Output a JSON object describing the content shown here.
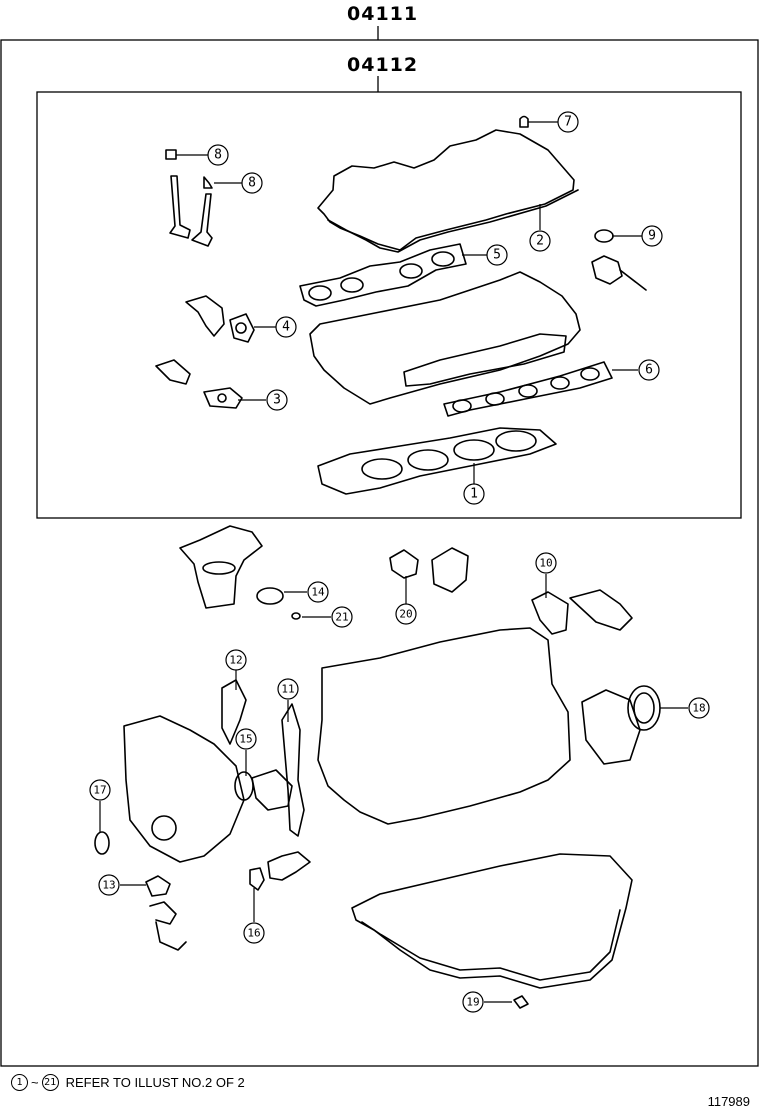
{
  "kits": {
    "outer_code": "04111",
    "inner_code": "04112"
  },
  "callouts": [
    {
      "id": "7",
      "label": "7"
    },
    {
      "id": "8a",
      "label": "8"
    },
    {
      "id": "8b",
      "label": "8"
    },
    {
      "id": "2",
      "label": "2"
    },
    {
      "id": "9",
      "label": "9"
    },
    {
      "id": "5",
      "label": "5"
    },
    {
      "id": "4",
      "label": "4"
    },
    {
      "id": "6",
      "label": "6"
    },
    {
      "id": "3",
      "label": "3"
    },
    {
      "id": "1",
      "label": "1"
    },
    {
      "id": "14",
      "label": "14"
    },
    {
      "id": "21",
      "label": "21"
    },
    {
      "id": "20",
      "label": "20"
    },
    {
      "id": "10",
      "label": "10"
    },
    {
      "id": "12",
      "label": "12"
    },
    {
      "id": "11",
      "label": "11"
    },
    {
      "id": "15",
      "label": "15"
    },
    {
      "id": "17",
      "label": "17"
    },
    {
      "id": "18",
      "label": "18"
    },
    {
      "id": "13",
      "label": "13"
    },
    {
      "id": "16",
      "label": "16"
    },
    {
      "id": "19",
      "label": "19"
    }
  ],
  "footnote": {
    "range_start": "1",
    "range_sep": "~",
    "range_end": "21",
    "text": "REFER TO ILLUST NO.2 OF 2"
  },
  "illustration_number": "117989"
}
